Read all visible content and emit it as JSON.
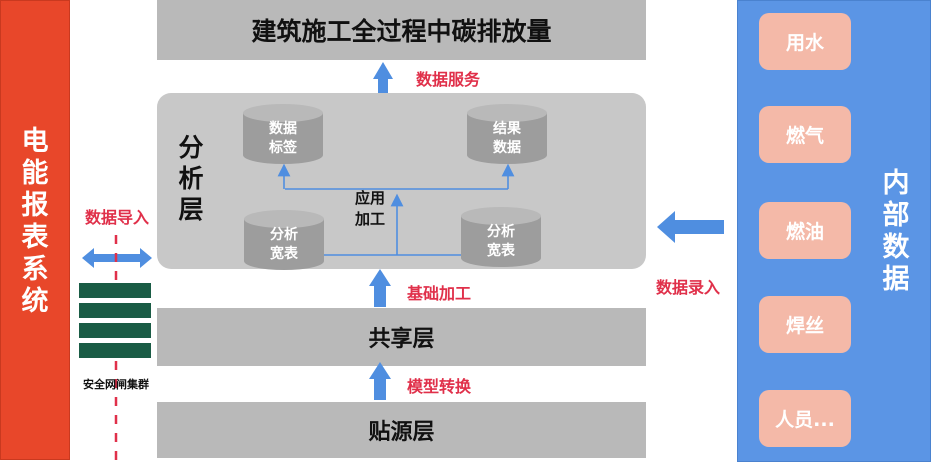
{
  "left_panel": {
    "label_chars": [
      "电",
      "能",
      "报",
      "表",
      "系",
      "统"
    ]
  },
  "right_panel": {
    "label_chars": [
      "内",
      "部",
      "数",
      "据"
    ],
    "items": [
      "用水",
      "燃气",
      "燃油",
      "焊丝",
      "人员..."
    ]
  },
  "top_layer": {
    "title": "建筑施工全过程中碳排放量"
  },
  "analysis_layer": {
    "title_chars": [
      "分",
      "析",
      "层"
    ],
    "cylinders": [
      {
        "lines": [
          "数据",
          "标签"
        ]
      },
      {
        "lines": [
          "结果",
          "数据"
        ]
      },
      {
        "lines": [
          "分析",
          "宽表"
        ]
      },
      {
        "lines": [
          "分析",
          "宽表"
        ]
      }
    ],
    "app_label_lines": [
      "应用",
      "加工"
    ]
  },
  "shared_layer": {
    "title": "共享层"
  },
  "source_layer": {
    "title": "贴源层"
  },
  "flows": {
    "data_service": "数据服务",
    "base_processing": "基础加工",
    "model_conversion": "模型转换",
    "data_import": "数据导入",
    "data_entry": "数据录入"
  },
  "gateway": {
    "label": "安全网闸集群"
  },
  "colors": {
    "left_bar": "#e8472a",
    "right_bar": "#5b95e5",
    "pill": "#f4b9a8",
    "arrow": "#4f8ee0",
    "flow_label": "#e0304a",
    "layer_band": "#b9b9b9",
    "gateway_bars": "#1a5c45"
  }
}
